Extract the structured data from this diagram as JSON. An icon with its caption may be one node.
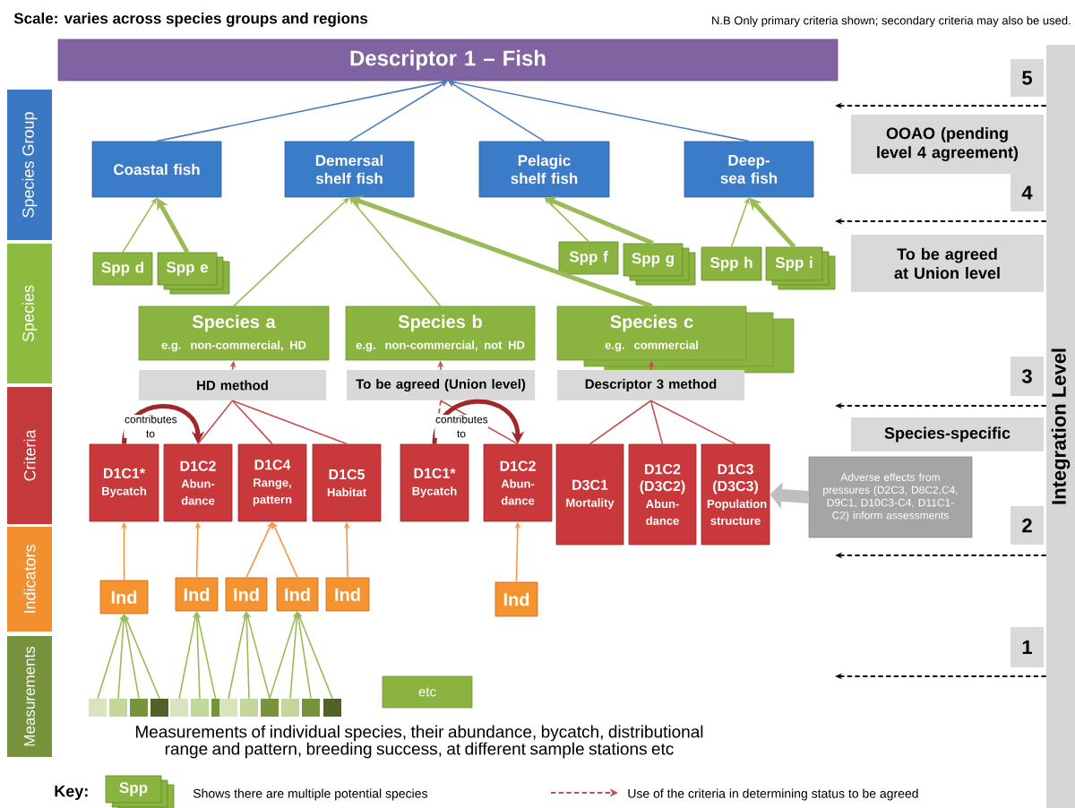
{
  "diagram": {
    "nodes": [
      {
        "text": [
          "Descriptor 1 – Fish"
        ]
      },
      {
        "text": [
          "Species Group"
        ]
      },
      {
        "text": [
          "Species"
        ]
      },
      {
        "text": [
          "Criteria"
        ]
      },
      {
        "text": [
          "Indicators"
        ]
      },
      {
        "text": [
          "Measurements"
        ]
      },
      {
        "text": [
          "Coastal fish"
        ]
      },
      {
        "text": [
          "Demersal shelf fish"
        ]
      },
      {
        "text": [
          "Pelagic shelf fish"
        ]
      },
      {
        "text": [
          "Deep-sea fish"
        ]
      },
      {
        "text": [
          "Spp d"
        ]
      },
      {
        "text": [
          "Spp e"
        ]
      },
      {
        "text": [
          "Spp f"
        ]
      },
      {
        "text": [
          "Spp g"
        ]
      },
      {
        "text": [
          "Spp h"
        ]
      },
      {
        "text": [
          "Spp i"
        ]
      },
      {
        "text": [
          "Species a",
          "e.g. non-commercial, HD"
        ]
      },
      {
        "text": [
          "Species b",
          "e.g. non-commercial, not HD"
        ]
      },
      {
        "text": [
          "Species c",
          "e.g. commercial"
        ]
      },
      {
        "text": [
          "HD method"
        ]
      },
      {
        "text": [
          "To be agreed (Union level)"
        ]
      },
      {
        "text": [
          "Descriptor 3 method"
        ]
      },
      {
        "text": [
          "D1C1*",
          "Bycatch"
        ]
      },
      {
        "text": [
          "D1C2",
          "Abun-dance"
        ]
      },
      {
        "text": [
          "D1C4",
          "Range, pattern"
        ]
      },
      {
        "text": [
          "D1C5",
          "Habitat"
        ]
      },
      {
        "text": [
          "D1C1*",
          "Bycatch"
        ]
      },
      {
        "text": [
          "D1C2",
          "Abun-dance"
        ]
      },
      {
        "text": [
          "D3C1",
          "Mortality"
        ]
      },
      {
        "text": [
          "D1C2 (D3C2)",
          "Abun-dance"
        ]
      },
      {
        "text": [
          "D1C3 (D3C3)",
          "Population structure"
        ]
      },
      {
        "text": [
          "Adverse effects from pressures (D2C3, D8C2,C4, D9C1, D10C3-C4, D11C1-C2) inform assessments"
        ]
      },
      {
        "text": [
          "Ind"
        ]
      },
      {
        "text": [
          "Ind"
        ]
      },
      {
        "text": [
          "Ind"
        ]
      },
      {
        "text": [
          "Ind"
        ]
      },
      {
        "text": [
          "Ind"
        ]
      },
      {
        "text": [
          "Ind"
        ]
      },
      {
        "text": [],
        "shape": "box"
      },
      {
        "text": [],
        "shape": "box"
      },
      {
        "text": [],
        "shape": "box"
      },
      {
        "text": [],
        "shape": "box"
      },
      {
        "text": [],
        "shape": "box"
      },
      {
        "text": [],
        "shape": "box"
      },
      {
        "text": [],
        "shape": "box"
      },
      {
        "text": [],
        "shape": "box"
      },
      {
        "text": [],
        "shape": "box"
      },
      {
        "text": [],
        "shape": "box"
      },
      {
        "text": [],
        "shape": "box"
      },
      {
        "text": [],
        "shape": "box"
      },
      {
        "text": [],
        "shape": "box"
      },
      {
        "text": [
          "etc"
        ]
      },
      {
        "text": [
          "5"
        ]
      },
      {
        "text": [
          "OOAO (pending level 4 agreement)"
        ]
      },
      {
        "text": [
          "4"
        ]
      },
      {
        "text": [
          "To be agreed at Union level"
        ]
      },
      {
        "text": [
          "3"
        ]
      },
      {
        "text": [
          "Species-specific"
        ]
      },
      {
        "text": [
          "2"
        ]
      },
      {
        "text": [
          "1"
        ]
      },
      {
        "text": [
          "Integration Level"
        ]
      },
      {
        "text": [
          "Spp"
        ]
      }
    ],
    "edges": [
      {
        "from": 6,
        "to": 0,
        "arrow": "to",
        "color": "#4a7ebb"
      },
      {
        "from": 7,
        "to": 0,
        "arrow": "to",
        "color": "#4a7ebb"
      },
      {
        "from": 8,
        "to": 0,
        "arrow": "to",
        "color": "#4a7ebb"
      },
      {
        "from": 9,
        "to": 0,
        "arrow": "to",
        "color": "#4a7ebb"
      },
      {
        "from": 10,
        "to": 6,
        "arrow": "to"
      },
      {
        "from": 11,
        "to": 6,
        "arrow": "to",
        "style": "thick"
      },
      {
        "from": 16,
        "to": 7,
        "arrow": "to"
      },
      {
        "from": 17,
        "to": 7,
        "arrow": "to"
      },
      {
        "from": 18,
        "to": 7,
        "arrow": "to",
        "style": "thick"
      },
      {
        "from": 12,
        "to": 8,
        "arrow": "to"
      },
      {
        "from": 13,
        "to": 8,
        "arrow": "to",
        "style": "thick"
      },
      {
        "from": 14,
        "to": 9,
        "arrow": "to"
      },
      {
        "from": 15,
        "to": 9,
        "arrow": "to",
        "style": "thick"
      },
      {
        "from": 23,
        "to": 19,
        "arrow": "none",
        "color": "#c0504d"
      },
      {
        "from": 24,
        "to": 19,
        "arrow": "none",
        "color": "#c0504d"
      },
      {
        "from": 25,
        "to": 19,
        "arrow": "none",
        "color": "#c0504d"
      },
      {
        "from": 26,
        "to": 20,
        "arrow": "none",
        "style": "dashed",
        "color": "#c0504d"
      },
      {
        "from": 27,
        "to": 20,
        "arrow": "none",
        "color": "#c0504d"
      },
      {
        "from": 28,
        "to": 21,
        "arrow": "none",
        "color": "#c0504d"
      },
      {
        "from": 29,
        "to": 21,
        "arrow": "none",
        "color": "#c0504d"
      },
      {
        "from": 30,
        "to": 21,
        "arrow": "none",
        "color": "#c0504d"
      },
      {
        "from": 22,
        "to": 23,
        "arrow": "to",
        "label": "contributes to",
        "style": "thick",
        "color": "#a0282b"
      },
      {
        "from": 26,
        "to": 27,
        "arrow": "to",
        "label": "contributes to",
        "style": "thick",
        "color": "#a0282b"
      },
      {
        "from": 32,
        "to": 22,
        "arrow": "to",
        "color": "#f79646"
      },
      {
        "from": 33,
        "to": 23,
        "arrow": "to",
        "color": "#f79646"
      },
      {
        "from": 34,
        "to": 24,
        "arrow": "to",
        "color": "#f79646"
      },
      {
        "from": 35,
        "to": 24,
        "arrow": "to",
        "color": "#f79646"
      },
      {
        "from": 36,
        "to": 25,
        "arrow": "to",
        "color": "#f79646"
      },
      {
        "from": 37,
        "to": 27,
        "arrow": "to",
        "color": "#f79646"
      },
      {
        "from": 38,
        "to": 32,
        "arrow": "to"
      },
      {
        "from": 39,
        "to": 32,
        "arrow": "to"
      },
      {
        "from": 40,
        "to": 32,
        "arrow": "to"
      },
      {
        "from": 41,
        "to": 32,
        "arrow": "to"
      },
      {
        "from": 42,
        "to": 33,
        "arrow": "to"
      },
      {
        "from": 43,
        "to": 33,
        "arrow": "to"
      },
      {
        "from": 44,
        "to": 33,
        "arrow": "to"
      },
      {
        "from": 45,
        "to": 34,
        "arrow": "to"
      },
      {
        "from": 46,
        "to": 34,
        "arrow": "to"
      },
      {
        "from": 47,
        "to": 34,
        "arrow": "to"
      },
      {
        "from": 47,
        "to": 35,
        "arrow": "to"
      },
      {
        "from": 48,
        "to": 35,
        "arrow": "to"
      },
      {
        "from": 49,
        "to": 35,
        "arrow": "to"
      },
      {
        "from": 50,
        "to": 35,
        "arrow": "to"
      },
      {
        "from": 31,
        "to": 30,
        "arrow": "to",
        "style": "thick",
        "color": "#bfbfbf"
      },
      {
        "from": 60,
        "to": null,
        "arrow": "to",
        "style": "dashed",
        "color": "#000000"
      },
      {
        "from": 60,
        "to": null,
        "arrow": "to",
        "style": "dashed",
        "color": "#000000"
      },
      {
        "from": 60,
        "to": null,
        "arrow": "to",
        "style": "dashed",
        "color": "#000000"
      },
      {
        "from": 60,
        "to": null,
        "arrow": "to",
        "style": "dashed",
        "color": "#000000"
      },
      {
        "from": 60,
        "to": null,
        "arrow": "to",
        "style": "dashed",
        "color": "#000000"
      },
      {
        "from": 19,
        "to": 16,
        "arrow": "to",
        "color": "#c0504d"
      },
      {
        "from": 20,
        "to": 17,
        "arrow": "to",
        "color": "#c0504d"
      },
      {
        "from": 21,
        "to": 18,
        "arrow": "to",
        "color": "#c0504d"
      }
    ],
    "labels": [
      "Scale: varies across species groups and regions",
      "N.B Only primary criteria shown; secondary criteria may also be used.",
      "Measurements of individual species, their abundance, bycatch, distributional range and pattern, breeding success, at different sample stations etc",
      "Key:"
    ],
    "legend": [
      {
        "text": "Shows there are multiple potential species"
      },
      {
        "text": "Use of the criteria in determining status to be agreed"
      }
    ]
  }
}
